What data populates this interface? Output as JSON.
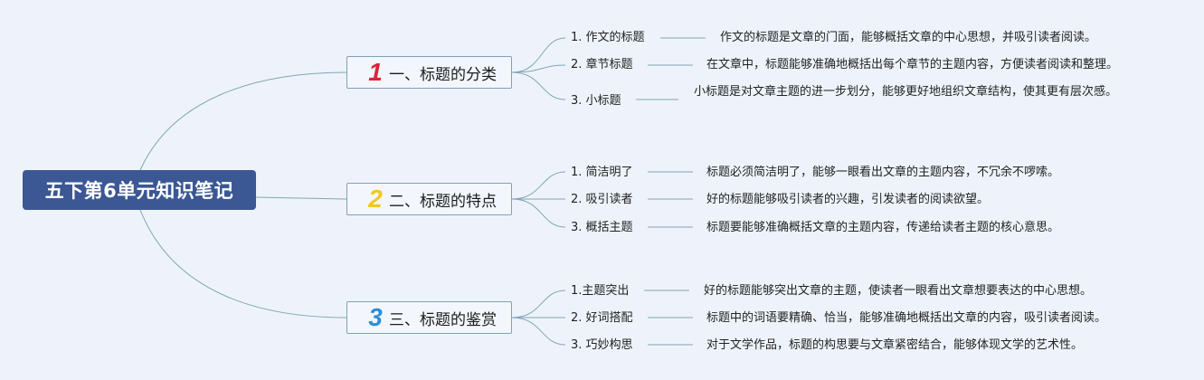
{
  "root": {
    "title": "五下第6单元知识笔记",
    "color": "#3b5794"
  },
  "branches": [
    {
      "number": "1",
      "number_color": "#d7263d",
      "title": "一、标题的分类",
      "items": [
        {
          "label": "1. 作文的标题",
          "desc": "作文的标题是文章的门面，能够概括文章的中心思想，并吸引读者阅读。"
        },
        {
          "label": "2. 章节标题",
          "desc": "在文章中，标题能够准确地概括出每个章节的主题内容，方便读者阅读和整理。"
        },
        {
          "label": "3. 小标题",
          "desc": "小标题是对文章主题的进一步划分，能够更好地组织文章结构，使其更有层次感。"
        }
      ]
    },
    {
      "number": "2",
      "number_color": "#f3c623",
      "title": "二、标题的特点",
      "items": [
        {
          "label": "1. 简洁明了",
          "desc": "标题必须简洁明了，能够一眼看出文章的主题内容，不冗余不啰嗦。"
        },
        {
          "label": "2. 吸引读者",
          "desc": "好的标题能够吸引读者的兴趣，引发读者的阅读欲望。"
        },
        {
          "label": "3. 概括主题",
          "desc": "标题要能够准确概括文章的主题内容，传递给读者主题的核心意思。"
        }
      ]
    },
    {
      "number": "3",
      "number_color": "#2d8fd5",
      "title": "三、标题的鉴赏",
      "items": [
        {
          "label": "1.主题突出",
          "desc": "好的标题能够突出文章的主题，使读者一眼看出文章想要表达的中心思想。"
        },
        {
          "label": "2. 好词搭配",
          "desc": "标题中的词语要精确、恰当，能够准确地概括出文章的内容，吸引读者阅读。"
        },
        {
          "label": "3. 巧妙构思",
          "desc": "对于文学作品，标题的构思要与文章紧密结合，能够体现文学的艺术性。"
        }
      ]
    }
  ],
  "line_color": "#7fa6b4"
}
